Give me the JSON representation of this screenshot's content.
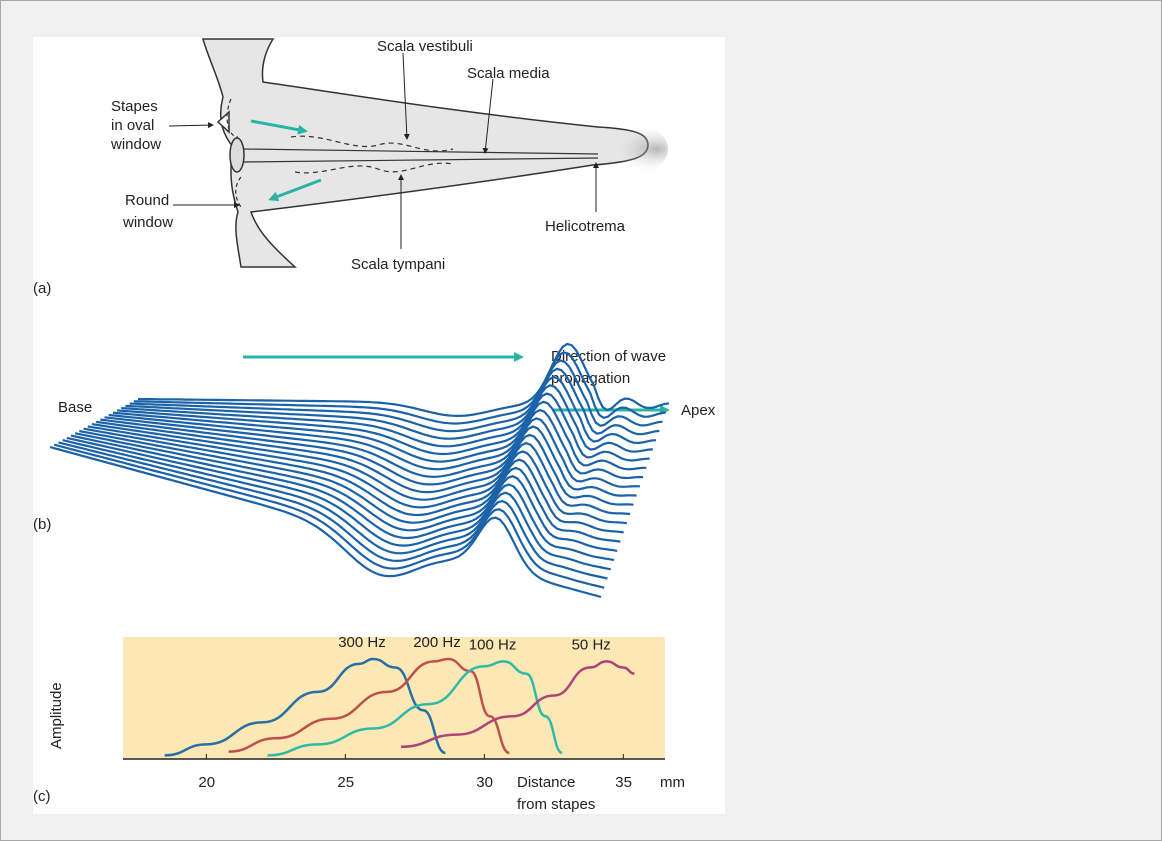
{
  "figure": {
    "panel_a": {
      "tag": "(a)",
      "labels": {
        "scala_vestibuli": "Scala vestibuli",
        "scala_media": "Scala media",
        "stapes_line1": "Stapes",
        "stapes_line2": "in oval",
        "stapes_line3": "window",
        "round_line1": "Round",
        "round_line2": "window",
        "helicotrema": "Helicotrema",
        "scala_tympani": "Scala tympani"
      }
    },
    "panel_b": {
      "tag": "(b)",
      "labels": {
        "direction_line1": "Direction of wave",
        "direction_line2": "propagation",
        "base": "Base",
        "apex": "Apex"
      }
    },
    "panel_c": {
      "tag": "(c)",
      "ylabel": "Amplitude",
      "xlabel_line1": "Distance",
      "xlabel_line2": "from stapes",
      "unit": "mm",
      "background": "#fbe8b4",
      "series": [
        {
          "name": "300 Hz",
          "color": "#2a6ea8"
        },
        {
          "name": "200 Hz",
          "color": "#c0504d"
        },
        {
          "name": "100 Hz",
          "color": "#2fb9a6"
        },
        {
          "name": "50 Hz",
          "color": "#b0437a"
        }
      ]
    },
    "colors": {
      "teal_arrow": "#2ab3a4",
      "wave_blue": "#1c62a8"
    }
  },
  "chart_data": {
    "type": "line",
    "ylabel": "Amplitude",
    "xlabel": "Distance from stapes",
    "xticks": [
      20,
      25,
      30,
      35
    ],
    "xlim": [
      17,
      36.5
    ],
    "series": [
      {
        "name": "300 Hz",
        "x": [
          18.5,
          20,
          22,
          24,
          25.5,
          26,
          26.8,
          27.8,
          28.6
        ],
        "y": [
          0.03,
          0.12,
          0.3,
          0.55,
          0.78,
          0.82,
          0.75,
          0.4,
          0.05
        ]
      },
      {
        "name": "200 Hz",
        "x": [
          20.8,
          22.5,
          24.5,
          26.5,
          28.2,
          28.7,
          29.5,
          30.2,
          30.9
        ],
        "y": [
          0.06,
          0.17,
          0.33,
          0.55,
          0.8,
          0.82,
          0.72,
          0.35,
          0.05
        ]
      },
      {
        "name": "100 Hz",
        "x": [
          22.2,
          24,
          26,
          28,
          30,
          30.7,
          31.5,
          32.2,
          32.8
        ],
        "y": [
          0.03,
          0.12,
          0.25,
          0.45,
          0.76,
          0.8,
          0.7,
          0.35,
          0.05
        ]
      },
      {
        "name": "50 Hz",
        "x": [
          27,
          29,
          31,
          32.5,
          33.8,
          34.4,
          35,
          35.4
        ],
        "y": [
          0.1,
          0.2,
          0.35,
          0.52,
          0.75,
          0.8,
          0.75,
          0.7
        ]
      }
    ]
  }
}
